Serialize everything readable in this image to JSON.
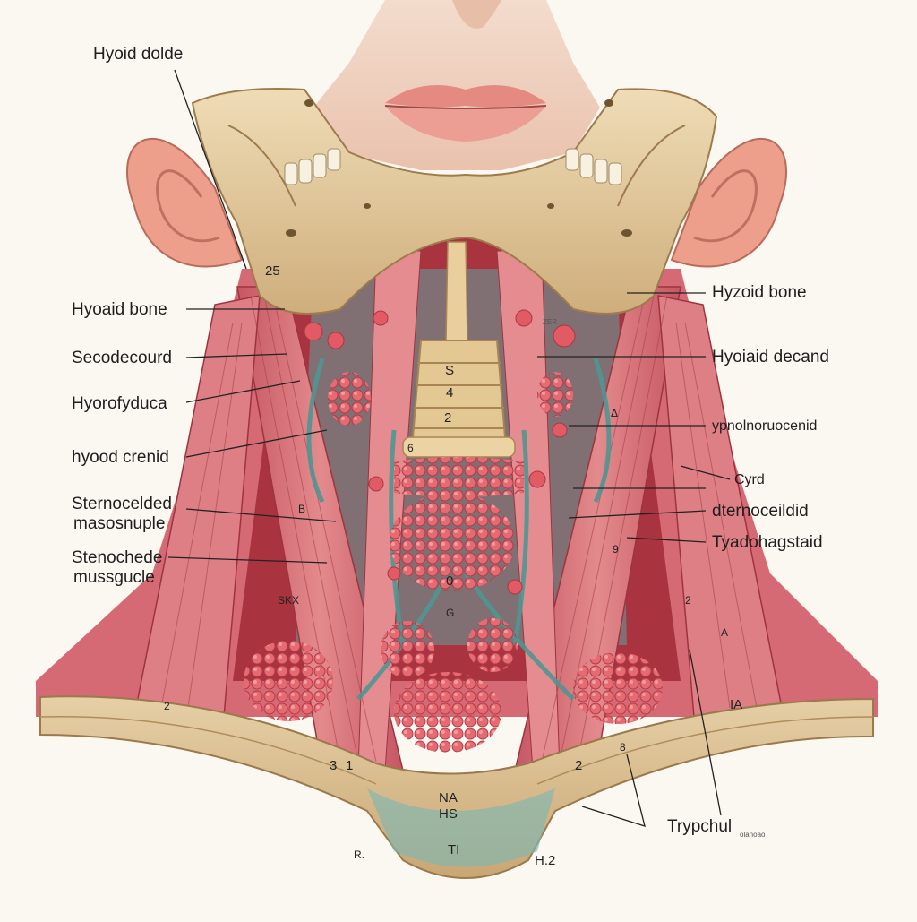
{
  "colors": {
    "background": "#fbf7f1",
    "bone": "#e2c79b",
    "bone_shadow": "#b99663",
    "muscle": "#d9737a",
    "muscle_dark": "#b94a55",
    "tissue_teal": "#5fa3a0",
    "gland": "#e5666e",
    "skin": "#f1d2bf",
    "lips": "#e59a8f",
    "ear": "#ee9e8a",
    "leader_line": "#222222"
  },
  "labels_left": [
    {
      "id": "hyoid-dolde",
      "text": "Hyoid dolde"
    },
    {
      "id": "hyoaid-bone",
      "text": "Hyoaid bone"
    },
    {
      "id": "secodecourd",
      "text": "Secodecourd"
    },
    {
      "id": "hyorofyduca",
      "text": "Hyorofyduca"
    },
    {
      "id": "hyood-crenid",
      "text": "hyood crenid"
    },
    {
      "id": "sternocelded",
      "text": "Sternocelded",
      "text2": "masosnuple"
    },
    {
      "id": "stenochede",
      "text": "Stenochede",
      "text2": "mussgucle"
    }
  ],
  "labels_right": [
    {
      "id": "hyzoid-bone",
      "text": "Hyzoid bone"
    },
    {
      "id": "hyoiaid-decand",
      "text": "Hyoiaid decand"
    },
    {
      "id": "ypnolnoruocenid",
      "text": "ypnolnoruocenid"
    },
    {
      "id": "cyrd",
      "text": "Cyrd"
    },
    {
      "id": "dternoceildid",
      "text": "dternoceildid"
    },
    {
      "id": "tyadohagstaid",
      "text": "Tyadohagstaid"
    },
    {
      "id": "trypchul",
      "text": "Trypchul"
    }
  ],
  "markers": {
    "m25": "25",
    "ms": "S",
    "m4": "4",
    "m2a": "2",
    "m6": "6",
    "mB": "B",
    "mO": "0",
    "mG": "G",
    "m2left": "2",
    "m3": "3",
    "m1": "1",
    "m2clav": "2",
    "m8": "8",
    "mNA": "NA",
    "mHS": "HS",
    "mTI": "TI",
    "mR": "R.",
    "mH2": "H.2",
    "mIA": "IA",
    "mA": "A",
    "m2right": "2",
    "m9": "9",
    "mDelta": "Δ",
    "mZER": "ZER",
    "mSKX": "SKX",
    "mSig": "olanoao"
  }
}
